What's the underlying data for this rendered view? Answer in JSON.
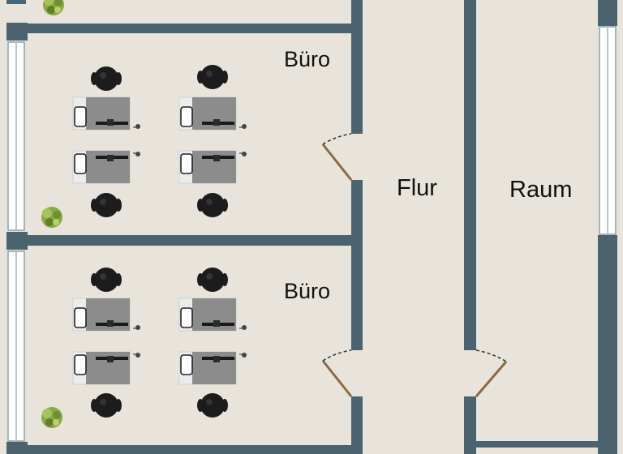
{
  "floorplan": {
    "rooms": [
      {
        "name": "buero-1",
        "label": "Büro"
      },
      {
        "name": "buero-2",
        "label": "Büro"
      },
      {
        "name": "flur",
        "label": "Flur"
      },
      {
        "name": "raum",
        "label": "Raum"
      }
    ],
    "colors": {
      "floor": "#e8e4dc",
      "wall": "#4a636e",
      "window": "#ffffff",
      "desk": "#8c8c8c",
      "chair": "#1c1c1c",
      "door": "#8a6a44",
      "plant": "#7a9a3a"
    }
  }
}
